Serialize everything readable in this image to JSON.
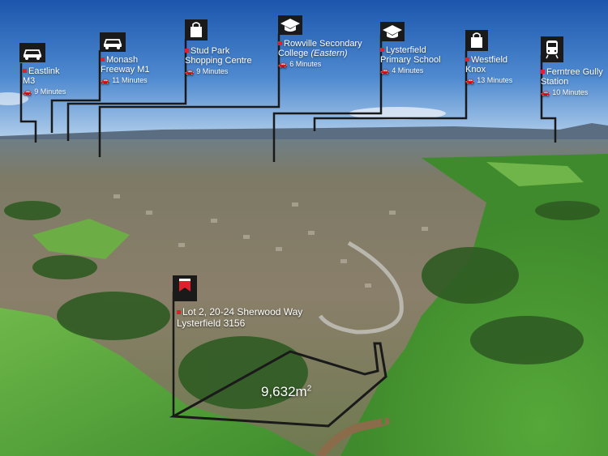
{
  "locations": [
    {
      "name": "Eastlink\nM3",
      "time": "9 Minutes",
      "icon": "car-icon"
    },
    {
      "name": "Monash\nFreeway M1",
      "time": "11 Minutes",
      "icon": "car-icon"
    },
    {
      "name": "Stud Park\nShopping Centre",
      "time": "9 Minutes",
      "icon": "shopping-bag-icon"
    },
    {
      "name": "Rowville Secondary\nCollege ",
      "name_italic": "(Eastern)",
      "time": "6 Minutes",
      "icon": "graduation-cap-icon"
    },
    {
      "name": "Lysterfield\nPrimary School",
      "time": "4 Minutes",
      "icon": "graduation-cap-icon"
    },
    {
      "name": "Westfield\nKnox",
      "time": "13 Minutes",
      "icon": "shopping-bag-icon"
    },
    {
      "name": "Ferntree Gully\nStation",
      "time": "10 Minutes",
      "icon": "train-icon"
    }
  ],
  "lot": {
    "address_line1": "Lot 2, 20-24 Sherwood Way",
    "address_line2": "Lysterfield 3156",
    "area_value": "9,632m",
    "area_sup": "2",
    "icon": "flag-marker-icon"
  },
  "colors": {
    "sky_top": "#1f5fb8",
    "sky_horizon": "#a9c8e8",
    "grass": "#5aa83a",
    "suburb": "#8c8a73",
    "accent_red": "#e0202a",
    "line": "#1a1a1a"
  }
}
